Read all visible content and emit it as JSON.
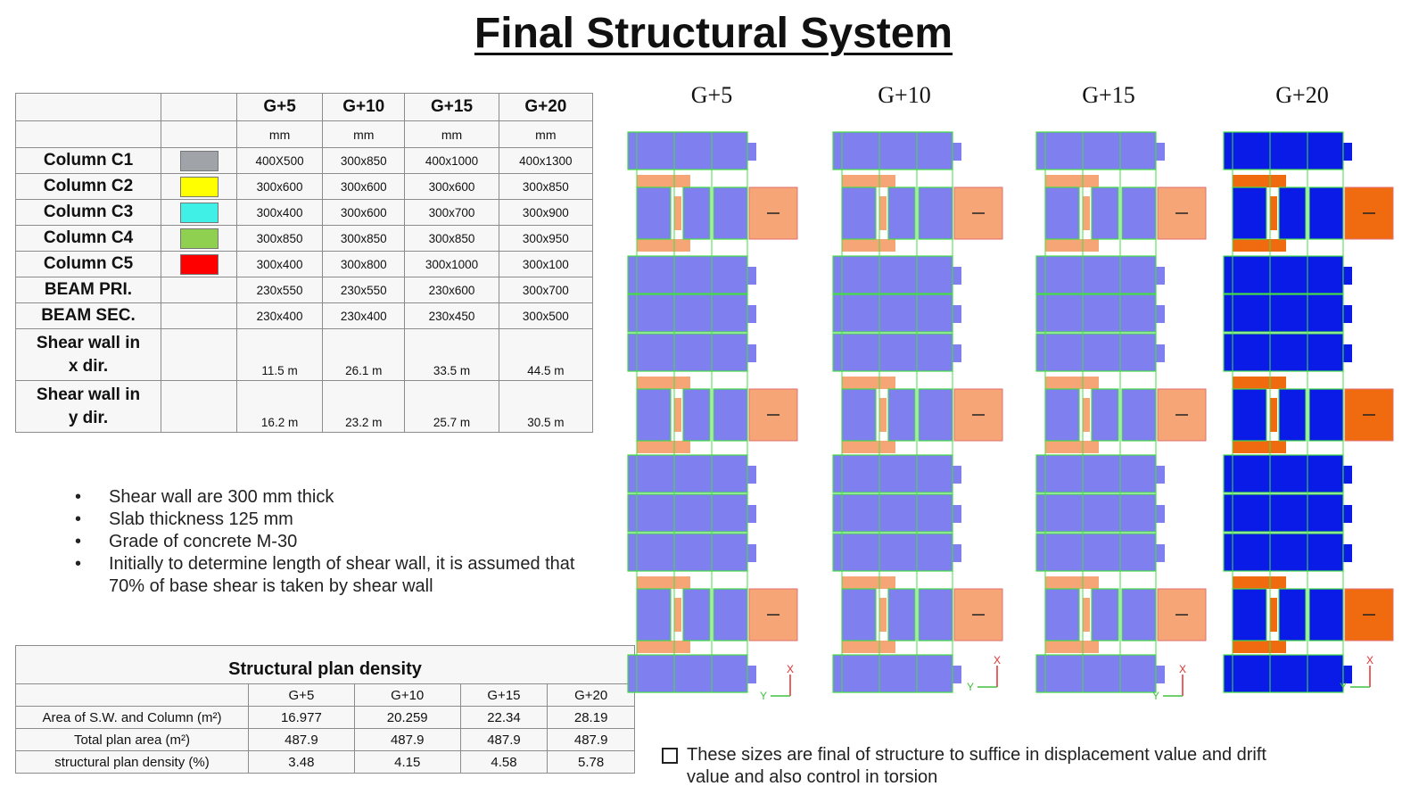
{
  "title": "Final Structural System",
  "sizes_table": {
    "columns": [
      "G+5",
      "G+10",
      "G+15",
      "G+20"
    ],
    "unit": "mm",
    "rows": [
      {
        "label": "Column C1",
        "swatch": "#a0a3a8",
        "values": [
          "400X500",
          "300x850",
          "400x1000",
          "400x1300"
        ]
      },
      {
        "label": "Column C2",
        "swatch": "#ffff00",
        "values": [
          "300x600",
          "300x600",
          "300x600",
          "300x850"
        ]
      },
      {
        "label": "Column C3",
        "swatch": "#40f0e6",
        "values": [
          "300x400",
          "300x600",
          "300x700",
          "300x900"
        ]
      },
      {
        "label": "Column C4",
        "swatch": "#8fd050",
        "values": [
          "300x850",
          "300x850",
          "300x850",
          "300x950"
        ]
      },
      {
        "label": "Column C5",
        "swatch": "#ff0000",
        "values": [
          "300x400",
          "300x800",
          "300x1000",
          "300x100"
        ]
      },
      {
        "label": "BEAM PRI.",
        "swatch": "",
        "values": [
          "230x550",
          "230x550",
          "230x600",
          "300x700"
        ]
      },
      {
        "label": "BEAM SEC.",
        "swatch": "",
        "values": [
          "230x400",
          "230x400",
          "230x450",
          "300x500"
        ]
      }
    ],
    "shear_x": {
      "label_line1": "Shear wall in",
      "label_line2": "x dir.",
      "values": [
        "11.5 m",
        "26.1 m",
        "33.5 m",
        "44.5 m"
      ]
    },
    "shear_y": {
      "label_line1": "Shear wall in",
      "label_line2": "y dir.",
      "values": [
        "16.2 m",
        "23.2 m",
        "25.7 m",
        "30.5 m"
      ]
    }
  },
  "notes": [
    "Shear wall are 300 mm thick",
    "Slab thickness 125 mm",
    "Grade of concrete M-30",
    "Initially to determine length of shear wall, it is assumed that 70% of base shear is taken by shear wall"
  ],
  "density_table": {
    "caption": "Structural plan density",
    "columns": [
      "G+5",
      "G+10",
      "G+15",
      "G+20"
    ],
    "rows": [
      {
        "label": "Area of S.W. and Column (m²)",
        "values": [
          "16.977",
          "20.259",
          "22.34",
          "28.19"
        ]
      },
      {
        "label": "Total plan area (m²)",
        "values": [
          "487.9",
          "487.9",
          "487.9",
          "487.9"
        ]
      },
      {
        "label": "structural plan density (%)",
        "values": [
          "3.48",
          "4.15",
          "4.58",
          "5.78"
        ]
      }
    ]
  },
  "plans": {
    "labels": [
      "G+5",
      "G+10",
      "G+15",
      "G+20"
    ],
    "colors": {
      "slab": "#7f7ff0",
      "slab_g20": "#0a1be8",
      "wall": "#f5a576",
      "wall_g20": "#f06a10",
      "grid": "#44dd44"
    },
    "axis_x": "X",
    "axis_y": "Y"
  },
  "footnote": "These sizes are final of structure to suffice in displacement value and drift value and also control in torsion"
}
